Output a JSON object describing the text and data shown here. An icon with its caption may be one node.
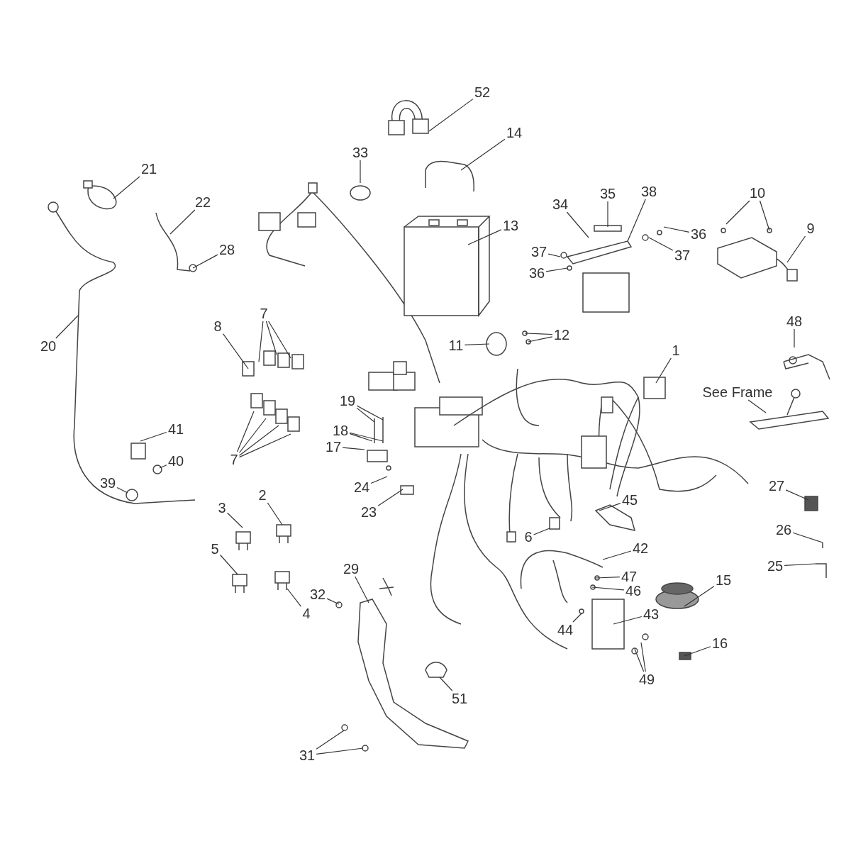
{
  "diagram": {
    "nodes": [
      {
        "text": [
          "52"
        ]
      },
      {
        "text": [
          "14"
        ]
      },
      {
        "text": [
          "33"
        ]
      },
      {
        "text": [
          "21"
        ]
      },
      {
        "text": [
          "35"
        ]
      },
      {
        "text": [
          "38"
        ]
      },
      {
        "text": [
          "10"
        ]
      },
      {
        "text": [
          "22"
        ]
      },
      {
        "text": [
          "34"
        ]
      },
      {
        "text": [
          "13"
        ]
      },
      {
        "text": [
          "9"
        ]
      },
      {
        "text": [
          "36"
        ]
      },
      {
        "text": [
          "28"
        ]
      },
      {
        "text": [
          "37"
        ]
      },
      {
        "text": [
          "37"
        ]
      },
      {
        "text": [
          "36"
        ]
      },
      {
        "text": [
          "7"
        ]
      },
      {
        "text": [
          "48"
        ]
      },
      {
        "text": [
          "8"
        ]
      },
      {
        "text": [
          "12"
        ]
      },
      {
        "text": [
          "11"
        ]
      },
      {
        "text": [
          "20"
        ]
      },
      {
        "text": [
          "1"
        ]
      },
      {
        "text": [
          "See Frame"
        ]
      },
      {
        "text": [
          "19"
        ]
      },
      {
        "text": [
          "41"
        ]
      },
      {
        "text": [
          "18"
        ]
      },
      {
        "text": [
          "17"
        ]
      },
      {
        "text": [
          "40"
        ]
      },
      {
        "text": [
          "7"
        ]
      },
      {
        "text": [
          "24"
        ]
      },
      {
        "text": [
          "39"
        ]
      },
      {
        "text": [
          "27"
        ]
      },
      {
        "text": [
          "2"
        ]
      },
      {
        "text": [
          "45"
        ]
      },
      {
        "text": [
          "23"
        ]
      },
      {
        "text": [
          "3"
        ]
      },
      {
        "text": [
          "26"
        ]
      },
      {
        "text": [
          "6"
        ]
      },
      {
        "text": [
          "42"
        ]
      },
      {
        "text": [
          "5"
        ]
      },
      {
        "text": [
          "25"
        ]
      },
      {
        "text": [
          "29"
        ]
      },
      {
        "text": [
          "47"
        ]
      },
      {
        "text": [
          "15"
        ]
      },
      {
        "text": [
          "46"
        ]
      },
      {
        "text": [
          "32"
        ]
      },
      {
        "text": [
          "4"
        ]
      },
      {
        "text": [
          "43"
        ]
      },
      {
        "text": [
          "44"
        ]
      },
      {
        "text": [
          "16"
        ]
      },
      {
        "text": [
          "49"
        ]
      },
      {
        "text": [
          "51"
        ]
      },
      {
        "text": [
          "31"
        ]
      }
    ],
    "edges": [
      {
        "from": 0,
        "to": null,
        "arrow": "none"
      },
      {
        "from": 1,
        "to": null,
        "arrow": "none"
      },
      {
        "from": 2,
        "to": null,
        "arrow": "none"
      },
      {
        "from": 3,
        "to": null,
        "arrow": "none"
      },
      {
        "from": 4,
        "to": null,
        "arrow": "none"
      },
      {
        "from": 5,
        "to": null,
        "arrow": "none"
      },
      {
        "from": 6,
        "to": null,
        "arrow": "none"
      },
      {
        "from": 6,
        "to": null,
        "arrow": "none"
      },
      {
        "from": 7,
        "to": null,
        "arrow": "none"
      },
      {
        "from": 8,
        "to": null,
        "arrow": "none"
      },
      {
        "from": 9,
        "to": null,
        "arrow": "none"
      },
      {
        "from": 10,
        "to": null,
        "arrow": "none"
      },
      {
        "from": 11,
        "to": null,
        "arrow": "none"
      },
      {
        "from": 12,
        "to": null,
        "arrow": "none"
      },
      {
        "from": 13,
        "to": null,
        "arrow": "none"
      },
      {
        "from": 14,
        "to": null,
        "arrow": "none"
      },
      {
        "from": 15,
        "to": null,
        "arrow": "none"
      },
      {
        "from": 16,
        "to": null,
        "arrow": "none"
      },
      {
        "from": 16,
        "to": null,
        "arrow": "none"
      },
      {
        "from": 16,
        "to": null,
        "arrow": "none"
      },
      {
        "from": 17,
        "to": null,
        "arrow": "none"
      },
      {
        "from": 18,
        "to": null,
        "arrow": "none"
      },
      {
        "from": 19,
        "to": null,
        "arrow": "none"
      },
      {
        "from": 19,
        "to": null,
        "arrow": "none"
      },
      {
        "from": 20,
        "to": null,
        "arrow": "none"
      },
      {
        "from": 21,
        "to": null,
        "arrow": "none"
      },
      {
        "from": 22,
        "to": null,
        "arrow": "none"
      },
      {
        "from": 23,
        "to": null,
        "arrow": "none"
      },
      {
        "from": 24,
        "to": null,
        "arrow": "none"
      },
      {
        "from": 24,
        "to": null,
        "arrow": "none"
      },
      {
        "from": 25,
        "to": null,
        "arrow": "none"
      },
      {
        "from": 26,
        "to": null,
        "arrow": "none"
      },
      {
        "from": 26,
        "to": null,
        "arrow": "none"
      },
      {
        "from": 27,
        "to": null,
        "arrow": "none"
      },
      {
        "from": 28,
        "to": null,
        "arrow": "none"
      },
      {
        "from": 29,
        "to": null,
        "arrow": "none"
      },
      {
        "from": 29,
        "to": null,
        "arrow": "none"
      },
      {
        "from": 29,
        "to": null,
        "arrow": "none"
      },
      {
        "from": 29,
        "to": null,
        "arrow": "none"
      },
      {
        "from": 30,
        "to": null,
        "arrow": "none"
      },
      {
        "from": 31,
        "to": null,
        "arrow": "none"
      },
      {
        "from": 32,
        "to": null,
        "arrow": "none"
      },
      {
        "from": 33,
        "to": null,
        "arrow": "none"
      },
      {
        "from": 34,
        "to": null,
        "arrow": "none"
      },
      {
        "from": 35,
        "to": null,
        "arrow": "none"
      },
      {
        "from": 36,
        "to": null,
        "arrow": "none"
      },
      {
        "from": 37,
        "to": null,
        "arrow": "none"
      },
      {
        "from": 38,
        "to": null,
        "arrow": "none"
      },
      {
        "from": 39,
        "to": null,
        "arrow": "none"
      },
      {
        "from": 40,
        "to": null,
        "arrow": "none"
      },
      {
        "from": 41,
        "to": null,
        "arrow": "none"
      },
      {
        "from": 42,
        "to": null,
        "arrow": "none"
      },
      {
        "from": 43,
        "to": null,
        "arrow": "none"
      },
      {
        "from": 44,
        "to": null,
        "arrow": "none"
      },
      {
        "from": 45,
        "to": null,
        "arrow": "none"
      },
      {
        "from": 46,
        "to": null,
        "arrow": "none"
      },
      {
        "from": 47,
        "to": null,
        "arrow": "none"
      },
      {
        "from": 48,
        "to": null,
        "arrow": "none"
      },
      {
        "from": 49,
        "to": null,
        "arrow": "none"
      },
      {
        "from": 50,
        "to": null,
        "arrow": "none"
      },
      {
        "from": 51,
        "to": null,
        "arrow": "none"
      },
      {
        "from": 51,
        "to": null,
        "arrow": "none"
      },
      {
        "from": 52,
        "to": null,
        "arrow": "none"
      },
      {
        "from": 53,
        "to": null,
        "arrow": "none"
      },
      {
        "from": 53,
        "to": null,
        "arrow": "none"
      }
    ]
  }
}
